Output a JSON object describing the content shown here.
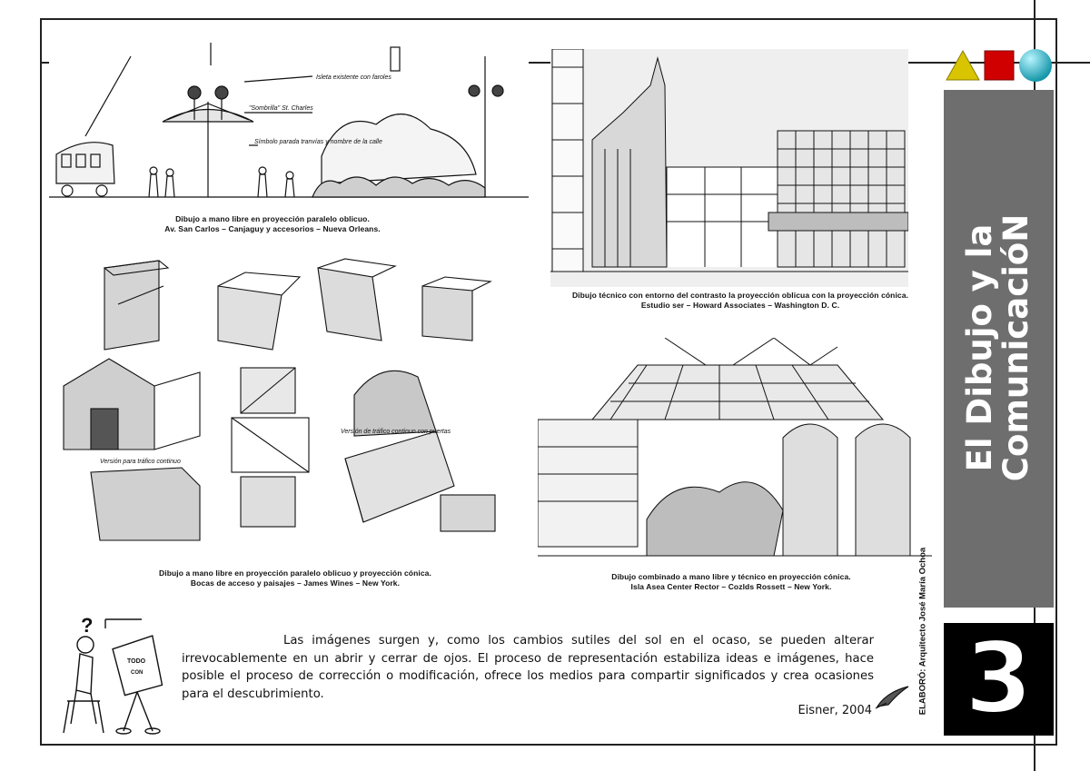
{
  "title": {
    "line1": "El Dibujo y la",
    "line2": "ComunicacióN"
  },
  "chapter_number": "3",
  "author_credit": "ELABORÓ: Arquitecto José María Ochoa",
  "colors": {
    "band": "#6e6e6e",
    "triangle": "#d9c400",
    "square": "#d00000",
    "sphere": "#22bcd0"
  },
  "icons": [
    "triangle-icon",
    "square-icon",
    "sphere-icon",
    "thinker-figure-icon",
    "quill-icon"
  ],
  "sketches": {
    "street": {
      "annotations": [
        "Isleta existente con faroles",
        "\"Sombrilla\" St. Charles",
        "Símbolo parada tranvías y nombre de la calle"
      ],
      "caption": [
        "Dibujo a mano libre en proyección paralelo oblicuo.",
        "Av. San Carlos – Canjaguy y accesorios – Nueva Orleans."
      ]
    },
    "building": {
      "caption": [
        "Dibujo técnico con entorno del contrasto la proyección oblicua con la proyección cónica.",
        "Estudio ser – Howard Associates – Washington D. C."
      ]
    },
    "boxes": {
      "annotations": [
        "Versión para tráfico continuo",
        "Versión de tráfico continuo con puertas"
      ],
      "caption": [
        "Dibujo a mano libre en proyección paralelo oblicuo y proyección cónica.",
        "Bocas de acceso y paisajes – James Wines – New York."
      ]
    },
    "atrium": {
      "caption": [
        "Dibujo combinado a mano libre y técnico en proyección cónica.",
        "Isla Asea Center Rector – Cozlds Rossett – New York."
      ]
    }
  },
  "quote": {
    "text": "Las imágenes surgen y, como los cambios sutiles del sol en el ocaso, se pueden alterar irrevocablemente en un abrir y cerrar de ojos. El proceso de representación estabiliza ideas e imágenes, hace posible el proceso de corrección o modificación, ofrece los medios para compartir significados y crea ocasiones para el descubrimiento.",
    "author": "Eisner, 2004"
  },
  "figure_labels": {
    "sign_line1": "TODO",
    "sign_line2": "CON"
  }
}
